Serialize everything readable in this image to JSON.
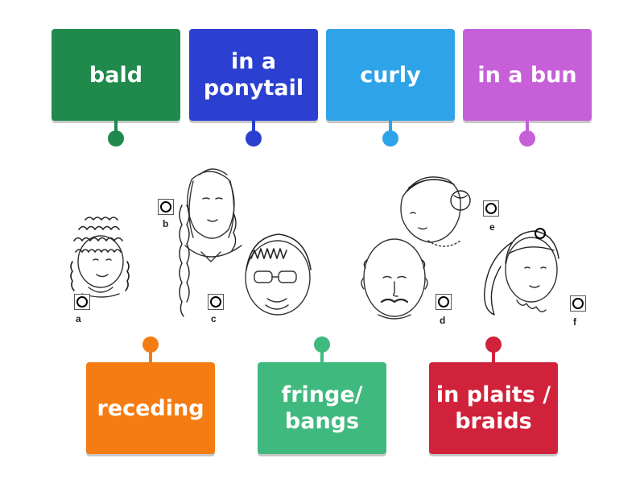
{
  "top_cards": [
    {
      "label": "bald",
      "color": "#1f8a4c"
    },
    {
      "label": "in a ponytail",
      "color": "#2b3fd0"
    },
    {
      "label": "curly",
      "color": "#2fa3e8"
    },
    {
      "label": "in a bun",
      "color": "#c65fd8"
    }
  ],
  "bottom_cards": [
    {
      "label": "receding",
      "color": "#f57c12"
    },
    {
      "label": "fringe/ bangs",
      "color": "#40b97e"
    },
    {
      "label": "in plaits / braids",
      "color": "#d0223a"
    }
  ],
  "image_labels": [
    "a",
    "b",
    "c",
    "d",
    "e",
    "f"
  ]
}
